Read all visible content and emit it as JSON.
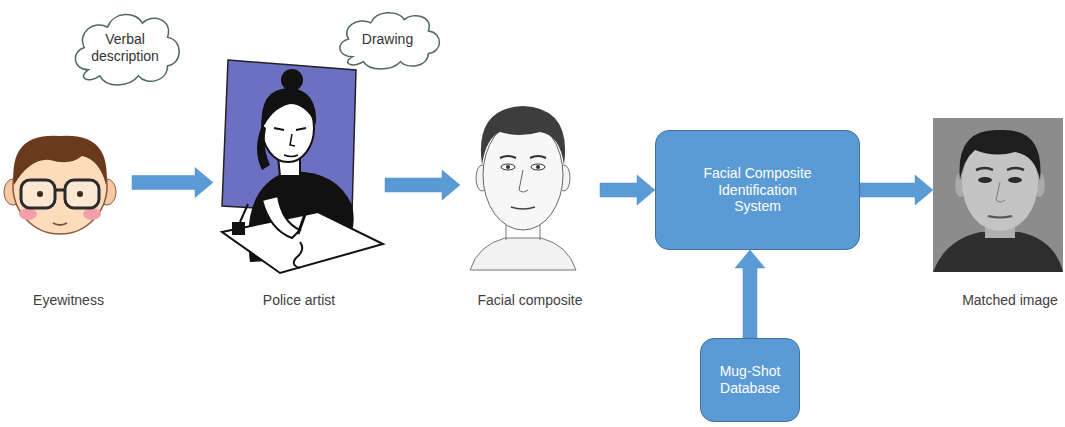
{
  "diagram": {
    "nodes": [
      {
        "text": [
          "Verbal description"
        ]
      },
      {
        "text": [
          "Drawing"
        ]
      },
      {
        "text": [
          "Eyewitness"
        ]
      },
      {
        "text": [
          "Police artist"
        ]
      },
      {
        "text": [
          "Facial composite"
        ]
      },
      {
        "text": [
          "Facial Composite Identification System"
        ]
      },
      {
        "text": [
          "Mug-Shot Database"
        ]
      },
      {
        "text": [
          "Matched image"
        ]
      }
    ],
    "edges": [
      {
        "from": 2,
        "to": 3,
        "arrow": "to"
      },
      {
        "from": 3,
        "to": 4,
        "arrow": "to"
      },
      {
        "from": 4,
        "to": 5,
        "arrow": "to"
      },
      {
        "from": 6,
        "to": 5,
        "arrow": "to"
      },
      {
        "from": 5,
        "to": 7,
        "arrow": "to"
      }
    ]
  }
}
